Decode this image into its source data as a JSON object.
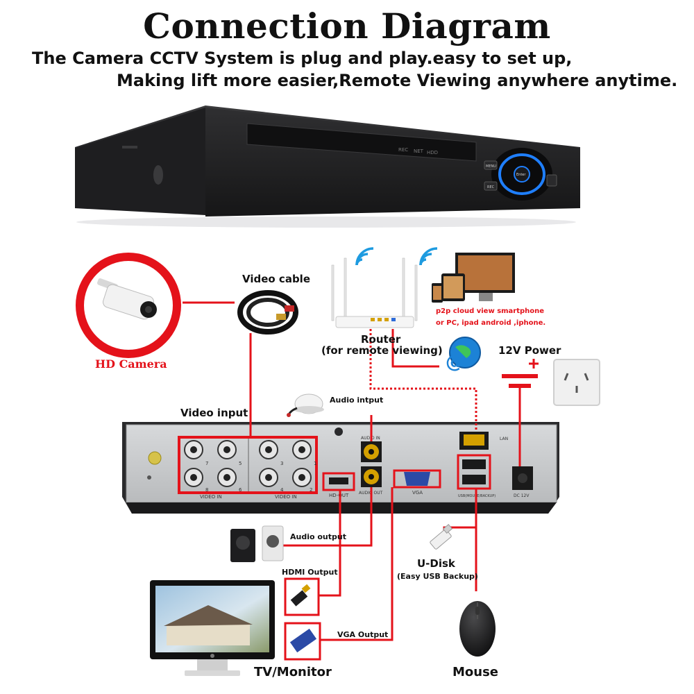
{
  "title": "Connection Diagram",
  "subtitle": {
    "line1": "The Camera CCTV System is plug and play.easy to set up,",
    "line2": "Making lift more easier,Remote Viewing anywhere anytime."
  },
  "labels": {
    "video_cable": "Video cable",
    "hd_camera": "HD Camera",
    "router": "Router",
    "router_sub": "(for remote viewing)",
    "p2p_line1": "p2p cloud  view smartphone",
    "p2p_line2": "or PC, ipad android ,iphone.",
    "power": "12V Power",
    "audio_input": "Audio intput",
    "video_input": "Video input",
    "audio_output": "Audio output",
    "hdmi_output": "HDMI Output",
    "vga_output": "VGA Output",
    "udisk": "U-Disk",
    "udisk_sub": "(Easy USB Backup)",
    "tv_monitor": "TV/Monitor",
    "mouse": "Mouse"
  },
  "dvr_front": {
    "indicators": [
      "REC",
      "NET",
      "HDD"
    ],
    "buttons": [
      "MENU",
      "REC"
    ],
    "center_button": "Enter"
  },
  "dvr_back": {
    "video_in_label": "VIDEO IN",
    "port_numbers": [
      "7",
      "5",
      "3",
      "1",
      "8",
      "6",
      "4",
      "2"
    ],
    "audio_in": "AUDIO IN",
    "audio_out": "AUDIO OUT",
    "hd_out": "HD-OUT",
    "vga": "VGA",
    "lan": "LAN",
    "usb": "USB(MOUSE/BACKUP)",
    "dc": "DC 12V"
  },
  "colors": {
    "connector_red": "#e4121a",
    "dvr_body": "#2a2a2c",
    "panel": "#c9cbcd"
  }
}
